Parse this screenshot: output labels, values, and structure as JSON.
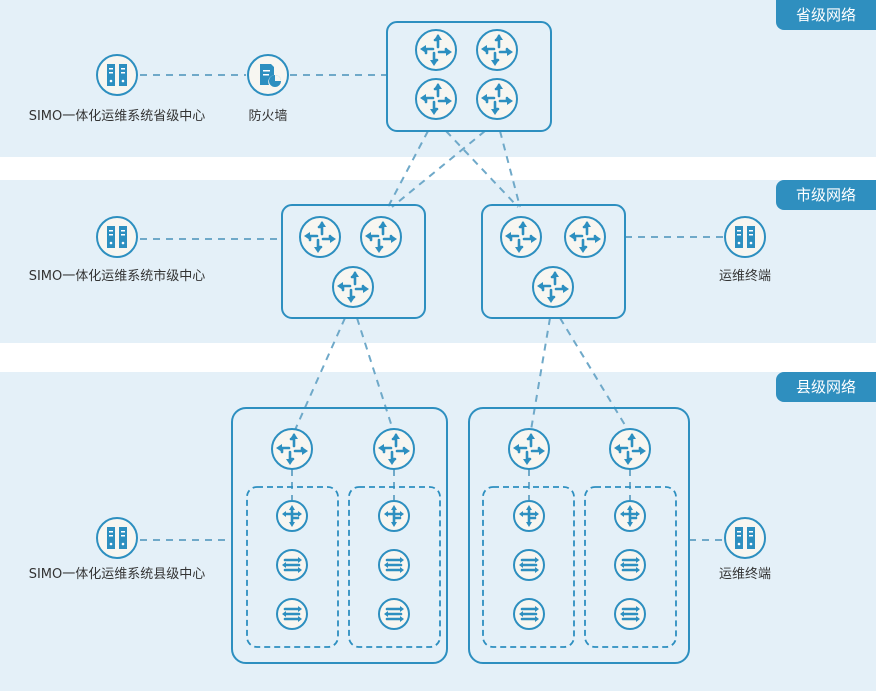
{
  "tiers": {
    "province": {
      "tag": "省级网络",
      "center_label": "SIMO一体化运维系统省级中心",
      "firewall_label": "防火墙"
    },
    "city": {
      "tag": "市级网络",
      "center_label": "SIMO一体化运维系统市级中心",
      "terminal_label": "运维终端"
    },
    "county": {
      "tag": "县级网络",
      "center_label": "SIMO一体化运维系统县级中心",
      "terminal_label": "运维终端"
    }
  },
  "icons": {
    "server": "server-icon",
    "firewall": "firewall-icon",
    "router": "router-icon",
    "l3switch": "layer3-switch-icon",
    "switch": "switch-icon"
  },
  "colors": {
    "accent": "#2d8fc0",
    "band": "#e4f0f8",
    "link": "#6fa9c9"
  }
}
